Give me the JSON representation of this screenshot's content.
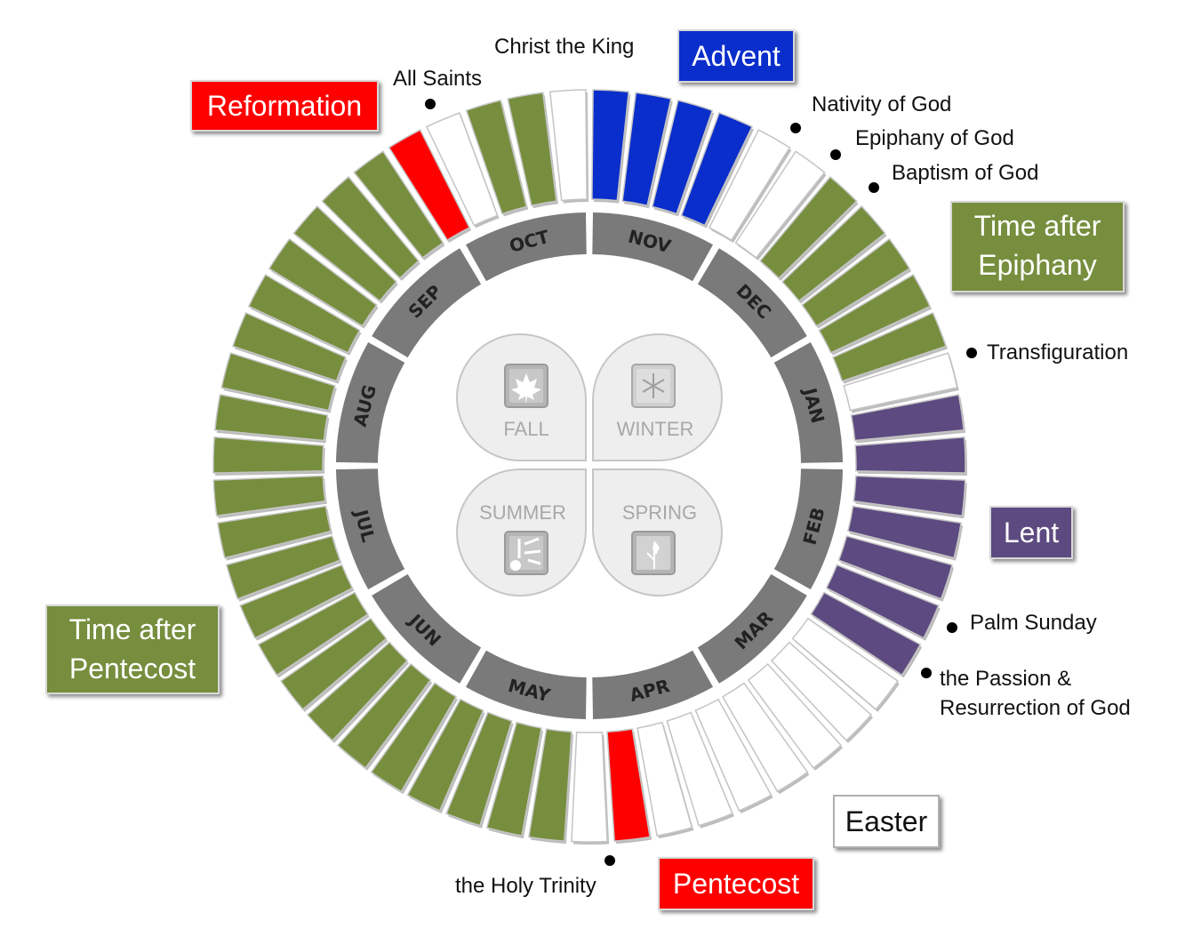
{
  "colors": {
    "advent": "#0a2ecb",
    "green": "#768e3d",
    "white": "#ffffff",
    "purple": "#5d4a80",
    "red": "#ff0000",
    "month_band": "#7a7a7a"
  },
  "months": [
    "NOV",
    "DEC",
    "JAN",
    "FEB",
    "MAR",
    "APR",
    "MAY",
    "JUN",
    "JUL",
    "AUG",
    "SEP",
    "OCT"
  ],
  "seasons": {
    "fall": "FALL",
    "winter": "WINTER",
    "summer": "SUMMER",
    "spring": "SPRING"
  },
  "weeks": [
    "B",
    "B",
    "B",
    "B",
    "W",
    "W",
    "G",
    "G",
    "G",
    "G",
    "G",
    "W",
    "P",
    "P",
    "P",
    "P",
    "P",
    "P",
    "P",
    "W",
    "W",
    "W",
    "W",
    "W",
    "W",
    "W",
    "R",
    "W",
    "G",
    "G",
    "G",
    "G",
    "G",
    "G",
    "G",
    "G",
    "G",
    "G",
    "G",
    "G",
    "G",
    "G",
    "G",
    "G",
    "G",
    "G",
    "G",
    "G",
    "G",
    "G",
    "R",
    "W",
    "G",
    "G",
    "W"
  ],
  "feast_labels": {
    "christ_the_king": "Christ the King",
    "all_saints": "All Saints",
    "nativity": "Nativity of God",
    "epiphany": "Epiphany of God",
    "baptism": "Baptism of God",
    "transfiguration": "Transfiguration",
    "palm_sunday": "Palm Sunday",
    "passion_line1": "the Passion &",
    "passion_line2": "Resurrection of God",
    "holy_trinity": "the Holy Trinity"
  },
  "season_boxes": {
    "advent": "Advent",
    "reformation": "Reformation",
    "epiphany_line1": "Time after",
    "epiphany_line2": "Epiphany",
    "lent": "Lent",
    "pentecost_time_line1": "Time after",
    "pentecost_time_line2": "Pentecost",
    "easter": "Easter",
    "pentecost": "Pentecost"
  }
}
